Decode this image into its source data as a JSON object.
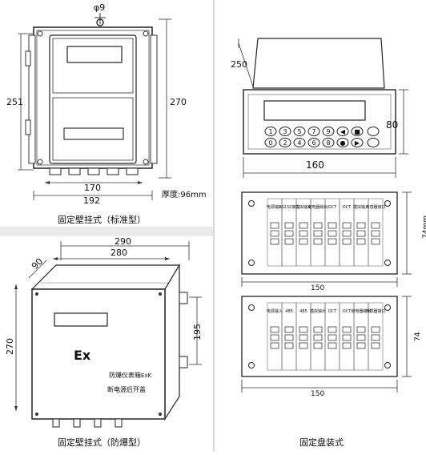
{
  "wall_standard": {
    "caption": "固定壁挂式（标准型）",
    "dim_hole": "φ9",
    "dim_height_left": "251",
    "dim_height_right": "270",
    "dim_width_inner": "170",
    "dim_width_outer": "192",
    "dim_depth": "厚度:96mm"
  },
  "wall_explosion": {
    "caption": "固定壁挂式（防爆型）",
    "dim_width_outer": "290",
    "dim_width_inner": "280",
    "dim_depth": "90",
    "dim_height": "270",
    "dim_height_inner": "195",
    "ex_mark": "Ex",
    "plate_line1": "防爆仪表箱",
    "plate_mark": "ExK",
    "plate_line2": "断电源后开盖"
  },
  "panel_mount": {
    "caption": "固定盘装式",
    "dim_depth": "250",
    "dim_height": "80",
    "dim_width": "160",
    "key_labels": [
      "1",
      "3",
      "5",
      "7",
      "9",
      "◀",
      "■",
      "0",
      "2",
      "4",
      "6",
      "8",
      "●",
      "▶"
    ],
    "terminal_top": {
      "dim_width": "150",
      "dim_height": "74mm",
      "headers": [
        "电源输入",
        "RS232接口",
        "模拟输出",
        "继电器输出",
        "OCT",
        "OCT",
        "模拟输入",
        "传感器接口"
      ]
    },
    "terminal_bottom": {
      "dim_width": "150",
      "dim_height": "74",
      "headers": [
        "电源输入",
        "485",
        "485",
        "模拟输出",
        "OCT",
        "OCT",
        "继电器输出",
        "传感器接口"
      ]
    }
  }
}
